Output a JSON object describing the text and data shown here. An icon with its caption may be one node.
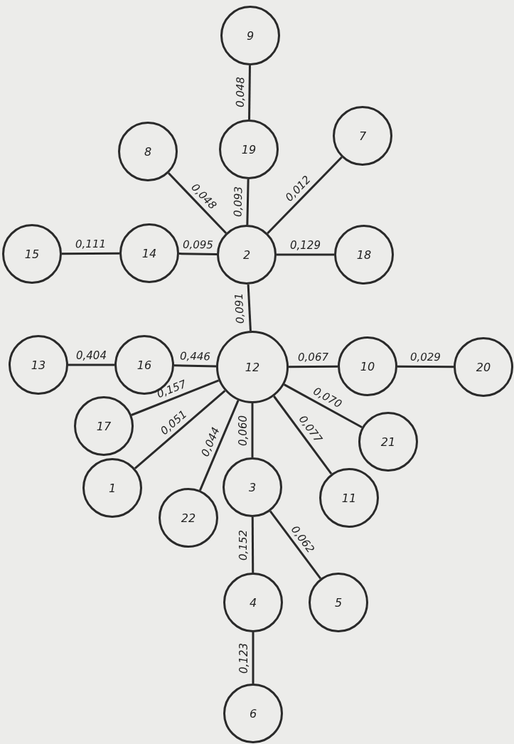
{
  "diagram": {
    "nodes": [
      {
        "text": [
          "9"
        ]
      },
      {
        "text": [
          "7"
        ]
      },
      {
        "text": [
          "19"
        ]
      },
      {
        "text": [
          "8"
        ]
      },
      {
        "text": [
          "15"
        ]
      },
      {
        "text": [
          "14"
        ]
      },
      {
        "text": [
          "2"
        ]
      },
      {
        "text": [
          "18"
        ]
      },
      {
        "text": [
          "13"
        ]
      },
      {
        "text": [
          "16"
        ]
      },
      {
        "text": [
          "12"
        ]
      },
      {
        "text": [
          "10"
        ]
      },
      {
        "text": [
          "20"
        ]
      },
      {
        "text": [
          "17"
        ]
      },
      {
        "text": [
          "21"
        ]
      },
      {
        "text": [
          "1"
        ]
      },
      {
        "text": [
          "3"
        ]
      },
      {
        "text": [
          "11"
        ]
      },
      {
        "text": [
          "22"
        ]
      },
      {
        "text": [
          "4"
        ]
      },
      {
        "text": [
          "5"
        ]
      },
      {
        "text": [
          "6"
        ]
      }
    ],
    "edges": [
      {
        "from": 0,
        "to": 2,
        "arrow": "none",
        "label": "0,048"
      },
      {
        "from": 3,
        "to": 6,
        "arrow": "none",
        "label": "0,048"
      },
      {
        "from": 2,
        "to": 6,
        "arrow": "none",
        "label": "0,093"
      },
      {
        "from": 1,
        "to": 6,
        "arrow": "none",
        "label": "0,012"
      },
      {
        "from": 4,
        "to": 5,
        "arrow": "none",
        "label": "0,111"
      },
      {
        "from": 5,
        "to": 6,
        "arrow": "none",
        "label": "0,095"
      },
      {
        "from": 6,
        "to": 7,
        "arrow": "none",
        "label": "0,129"
      },
      {
        "from": 6,
        "to": 10,
        "arrow": "none",
        "label": "0,091"
      },
      {
        "from": 8,
        "to": 9,
        "arrow": "none",
        "label": "0,404"
      },
      {
        "from": 9,
        "to": 10,
        "arrow": "none",
        "label": "0,446"
      },
      {
        "from": 10,
        "to": 11,
        "arrow": "none",
        "label": "0,067"
      },
      {
        "from": 11,
        "to": 12,
        "arrow": "none",
        "label": "0,029"
      },
      {
        "from": 10,
        "to": 13,
        "arrow": "none",
        "label": "0,157"
      },
      {
        "from": 10,
        "to": 15,
        "arrow": "none",
        "label": "0,051"
      },
      {
        "from": 10,
        "to": 18,
        "arrow": "none",
        "label": "0,044"
      },
      {
        "from": 10,
        "to": 16,
        "arrow": "none",
        "label": "0,060"
      },
      {
        "from": 10,
        "to": 17,
        "arrow": "none",
        "label": "0,077"
      },
      {
        "from": 10,
        "to": 14,
        "arrow": "none",
        "label": "0,070"
      },
      {
        "from": 16,
        "to": 19,
        "arrow": "none",
        "label": "0,152"
      },
      {
        "from": 16,
        "to": 20,
        "arrow": "none",
        "label": "0,062"
      },
      {
        "from": 19,
        "to": 21,
        "arrow": "none",
        "label": "0,123"
      }
    ]
  }
}
